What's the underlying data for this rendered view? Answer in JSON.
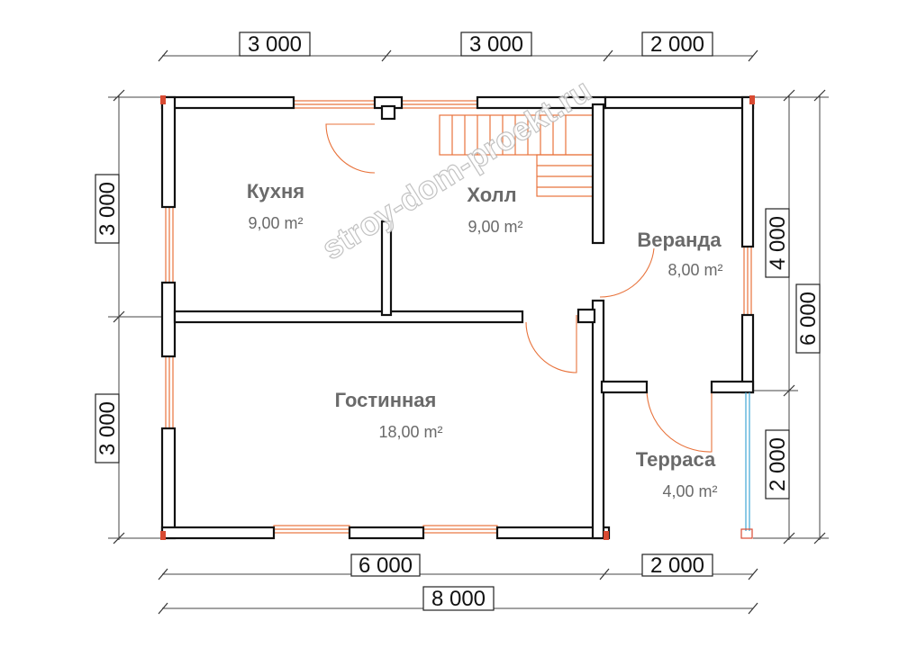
{
  "dimensions": {
    "top": [
      "3 000",
      "3 000",
      "2 000"
    ],
    "bottom_segments": [
      "6 000",
      "2 000"
    ],
    "bottom_total": "8 000",
    "left": [
      "3 000",
      "3 000"
    ],
    "right_segments": [
      "4 000",
      "2 000"
    ],
    "right_total": "6 000"
  },
  "rooms": [
    {
      "name": "Кухня",
      "area": "9,00 m²"
    },
    {
      "name": "Холл",
      "area": "9,00 m²"
    },
    {
      "name": "Веранда",
      "area": "8,00 m²"
    },
    {
      "name": "Гостинная",
      "area": "18,00 m²"
    },
    {
      "name": "Терраса",
      "area": "4,00 m²"
    }
  ],
  "watermark": "stroy-dom-proekt.ru",
  "colors": {
    "walls": "#111111",
    "windows": "#e8733c",
    "corners": "#d84a32",
    "text": "#6a6a6a"
  }
}
